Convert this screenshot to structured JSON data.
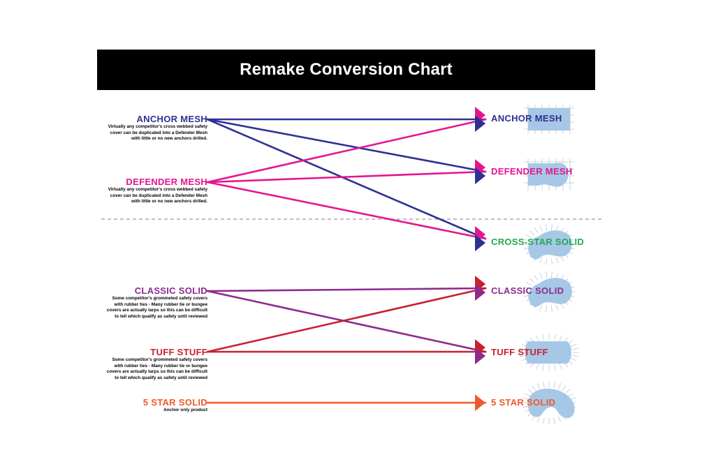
{
  "title": "Remake Conversion Chart",
  "colors": {
    "anchor_mesh": "#2e3192",
    "defender_mesh": "#e5158e",
    "cross_star_solid": "#22a94f",
    "classic_solid": "#8e2a8e",
    "tuff_stuff": "#c8202e",
    "five_star_solid": "#ef5a28",
    "shape_fill": "#a6c8e6",
    "divider": "#9a9a9a"
  },
  "sources": [
    {
      "name": "ANCHOR MESH",
      "color_key": "anchor_mesh",
      "desc": "Virtually any competitor's cross webbed safety cover can be duplicated into a Defender Mesh with little or no new anchors drilled."
    },
    {
      "name": "DEFENDER MESH",
      "color_key": "defender_mesh",
      "desc": "Virtually any competitor's cross webbed safety cover can be duplicated into a Defender Mesh with little or no new anchors drilled."
    },
    {
      "name": "CLASSIC SOLID",
      "color_key": "classic_solid",
      "desc": "Some competitor's grommeted safety covers with rubber ties - Many rubber tie or bungee covers are actually tarps so this can be difficult to tell which qualify as safety until reviewed"
    },
    {
      "name": "TUFF STUFF",
      "color_key": "tuff_stuff",
      "desc": "Some competitor's grommeted safety covers with rubber ties - Many rubber tie or bungee covers are actually tarps so this can be difficult to tell which qualify as safety until reviewed"
    },
    {
      "name": "5 STAR SOLID",
      "color_key": "five_star_solid",
      "desc": "Anchor only product"
    }
  ],
  "targets": [
    {
      "name": "ANCHOR MESH",
      "color_key": "anchor_mesh",
      "shape": "rect-grid"
    },
    {
      "name": "DEFENDER MESH",
      "color_key": "defender_mesh",
      "shape": "blob-grid"
    },
    {
      "name": "CROSS-STAR SOLID",
      "color_key": "cross_star_solid",
      "shape": "blob-spikes"
    },
    {
      "name": "CLASSIC SOLID",
      "color_key": "classic_solid",
      "shape": "blob-spikes"
    },
    {
      "name": "TUFF STUFF",
      "color_key": "tuff_stuff",
      "shape": "rect-spikes"
    },
    {
      "name": "5 STAR SOLID",
      "color_key": "five_star_solid",
      "shape": "kidney-spikes"
    }
  ],
  "connections": [
    {
      "from": 0,
      "to": 0
    },
    {
      "from": 0,
      "to": 1
    },
    {
      "from": 0,
      "to": 2
    },
    {
      "from": 1,
      "to": 0
    },
    {
      "from": 1,
      "to": 1
    },
    {
      "from": 1,
      "to": 2
    },
    {
      "from": 2,
      "to": 3
    },
    {
      "from": 2,
      "to": 4
    },
    {
      "from": 3,
      "to": 3
    },
    {
      "from": 3,
      "to": 4
    },
    {
      "from": 4,
      "to": 5
    }
  ]
}
